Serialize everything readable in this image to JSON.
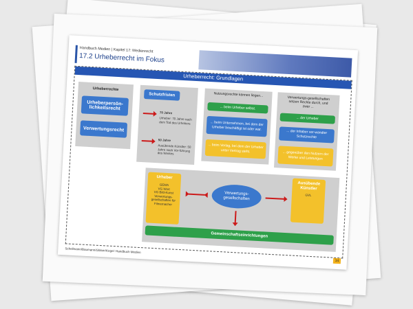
{
  "header": {
    "breadcrumb": "Handbuch Medien | Kapitel 17: Medienrecht",
    "title": "17.2 Urheberrecht im Fokus"
  },
  "banner": "Urheberrecht: Grundlagen",
  "col1": {
    "title": "Urheberrechte",
    "box1": "Urheberpersön-lichkeitsrecht",
    "box2": "Verwertungsrecht"
  },
  "col2": {
    "title": "Schutzfristen",
    "item1_head": "70 Jahre",
    "item1_text": "Urheber: 70 Jahre nach dem Tod des Urhebers",
    "item2_head": "50 Jahre",
    "item2_text": "Ausübende Künstler: 50 Jahre nach Vor-führung des Werkes"
  },
  "col3": {
    "title": "Nutzungsrechte können liegen...",
    "box1": "... beim Urheber selbst.",
    "box2": "... beim Unternehmen, bei dem der Urheber beschäftigt ist oder war.",
    "box3": "... beim Verlag, bei dem der Urheber unter Vertrag steht."
  },
  "col4": {
    "title": "Verwertungs-gesellschaften setzen Rechte durch, und zwar ...",
    "box1": "... der Urheber",
    "box2": "... der Inhaber ver-wandter Schutzrechte",
    "box3": "... gegenüber den Nutzern der Werke und Leistungen"
  },
  "bottom": {
    "left_title": "Urheber",
    "left_list": "GEMA\nVG Wort\nVG Bild-Kunst\nVerwertungs-gesellschaften für Filmemacher",
    "center": "Verwertungs-gesellschaften",
    "right_title": "Ausübende Künstler",
    "right_sub": "GVL",
    "bar": "Gemeinschaftseinrichtungen"
  },
  "footer": "Schellmann/Baumann/Gläser/Kegel: Handbuch Medien",
  "page_number": "14"
}
